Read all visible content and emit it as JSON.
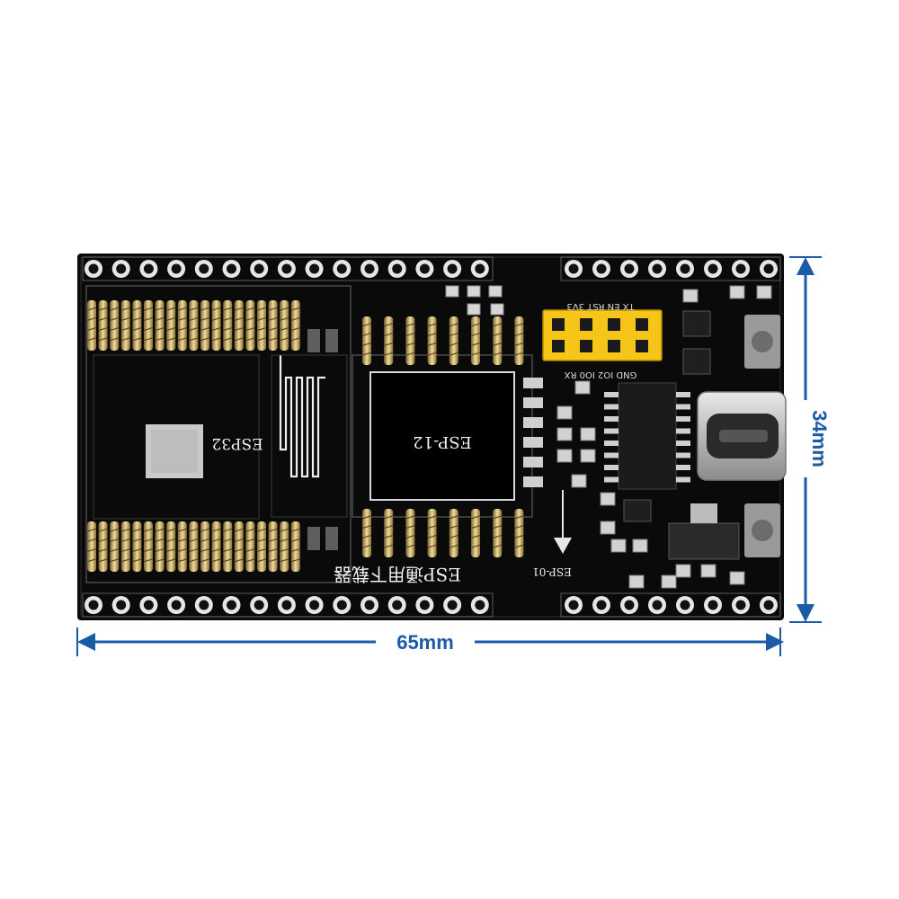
{
  "board": {
    "label_esp32": "ESP32",
    "label_esp12": "ESP-12",
    "label_esp01": "ESP-01",
    "label_title": "ESP通用下载器",
    "header_top_row": "TX EN RST 3V3",
    "header_bottom_row": "GND IO2 IO0 RX"
  },
  "dimensions": {
    "width": "65mm",
    "height": "34mm"
  },
  "colors": {
    "pcb": "#0a0a0a",
    "dimension_blue": "#1b5aa5",
    "header_yellow": "#f5c518",
    "spring_gold": "#c8a85a"
  }
}
